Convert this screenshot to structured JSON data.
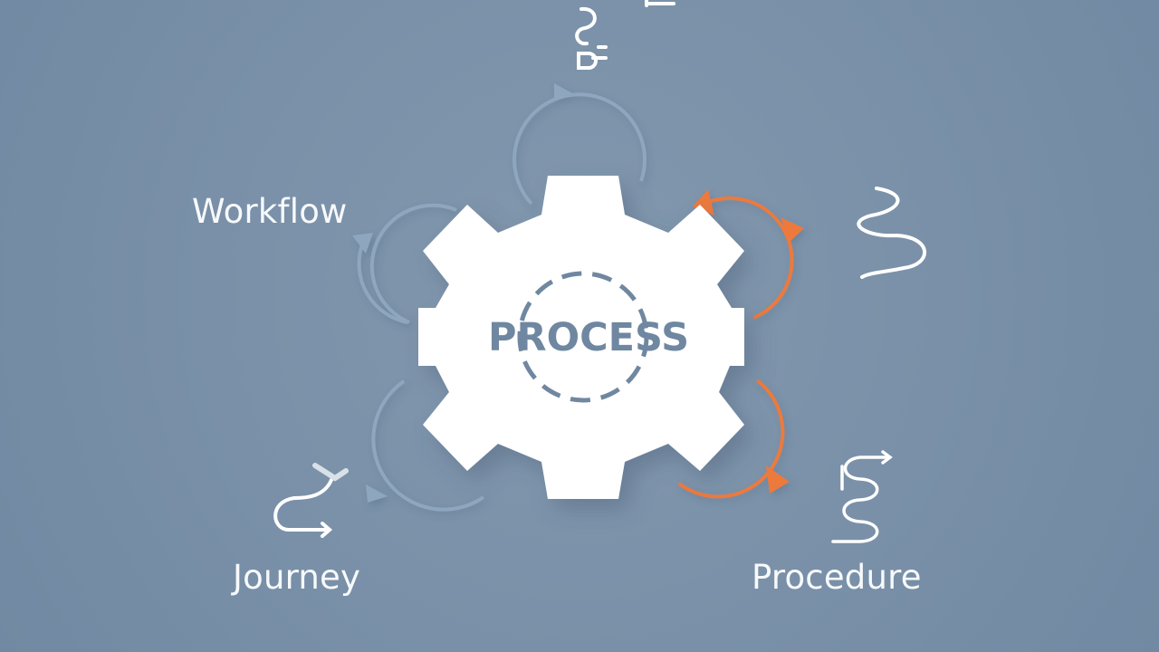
{
  "center": {
    "title": "PROCESS"
  },
  "labels": {
    "workflow": "Workflow",
    "journey": "Journey",
    "procedure": "Procedure"
  },
  "colors": {
    "background": "#7890a8",
    "gear": "#ffffff",
    "gear_text": "#6f87a0",
    "accent": "#ec7a3e",
    "blue_arrow": "#8fa6bd",
    "icon": "#ffffff"
  },
  "icons": {
    "top": "path-nodes-icon",
    "right": "squiggle-path-icon",
    "bottom_left": "route-arrow-icon",
    "bottom_right": "winding-path-arrow-icon"
  }
}
